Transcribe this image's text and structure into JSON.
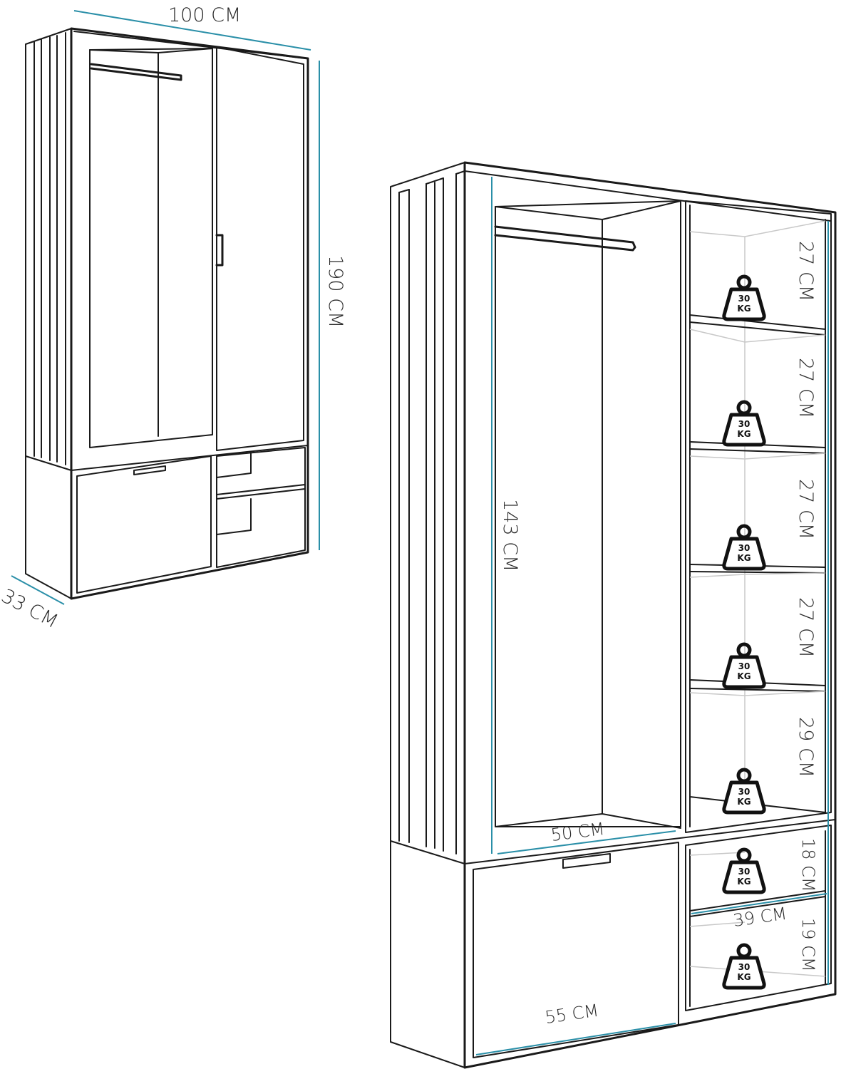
{
  "dimensions": {
    "width": "100 CM",
    "height": "190 CM",
    "depth": "33 CM",
    "hanging_height": "143 CM",
    "hanging_width": "50 CM",
    "drawer_width": "55 CM",
    "shelf_width": "39 CM",
    "shelf_heights": [
      "27 CM",
      "27 CM",
      "27 CM",
      "27 CM",
      "29 CM",
      "18 CM",
      "19 CM"
    ]
  },
  "weight_badge": {
    "value": "30",
    "unit": "KG",
    "count": 7
  },
  "colors": {
    "line": "#1a1a1a",
    "dimension": "#2a8fa8",
    "inner": "#c8c8c8"
  }
}
